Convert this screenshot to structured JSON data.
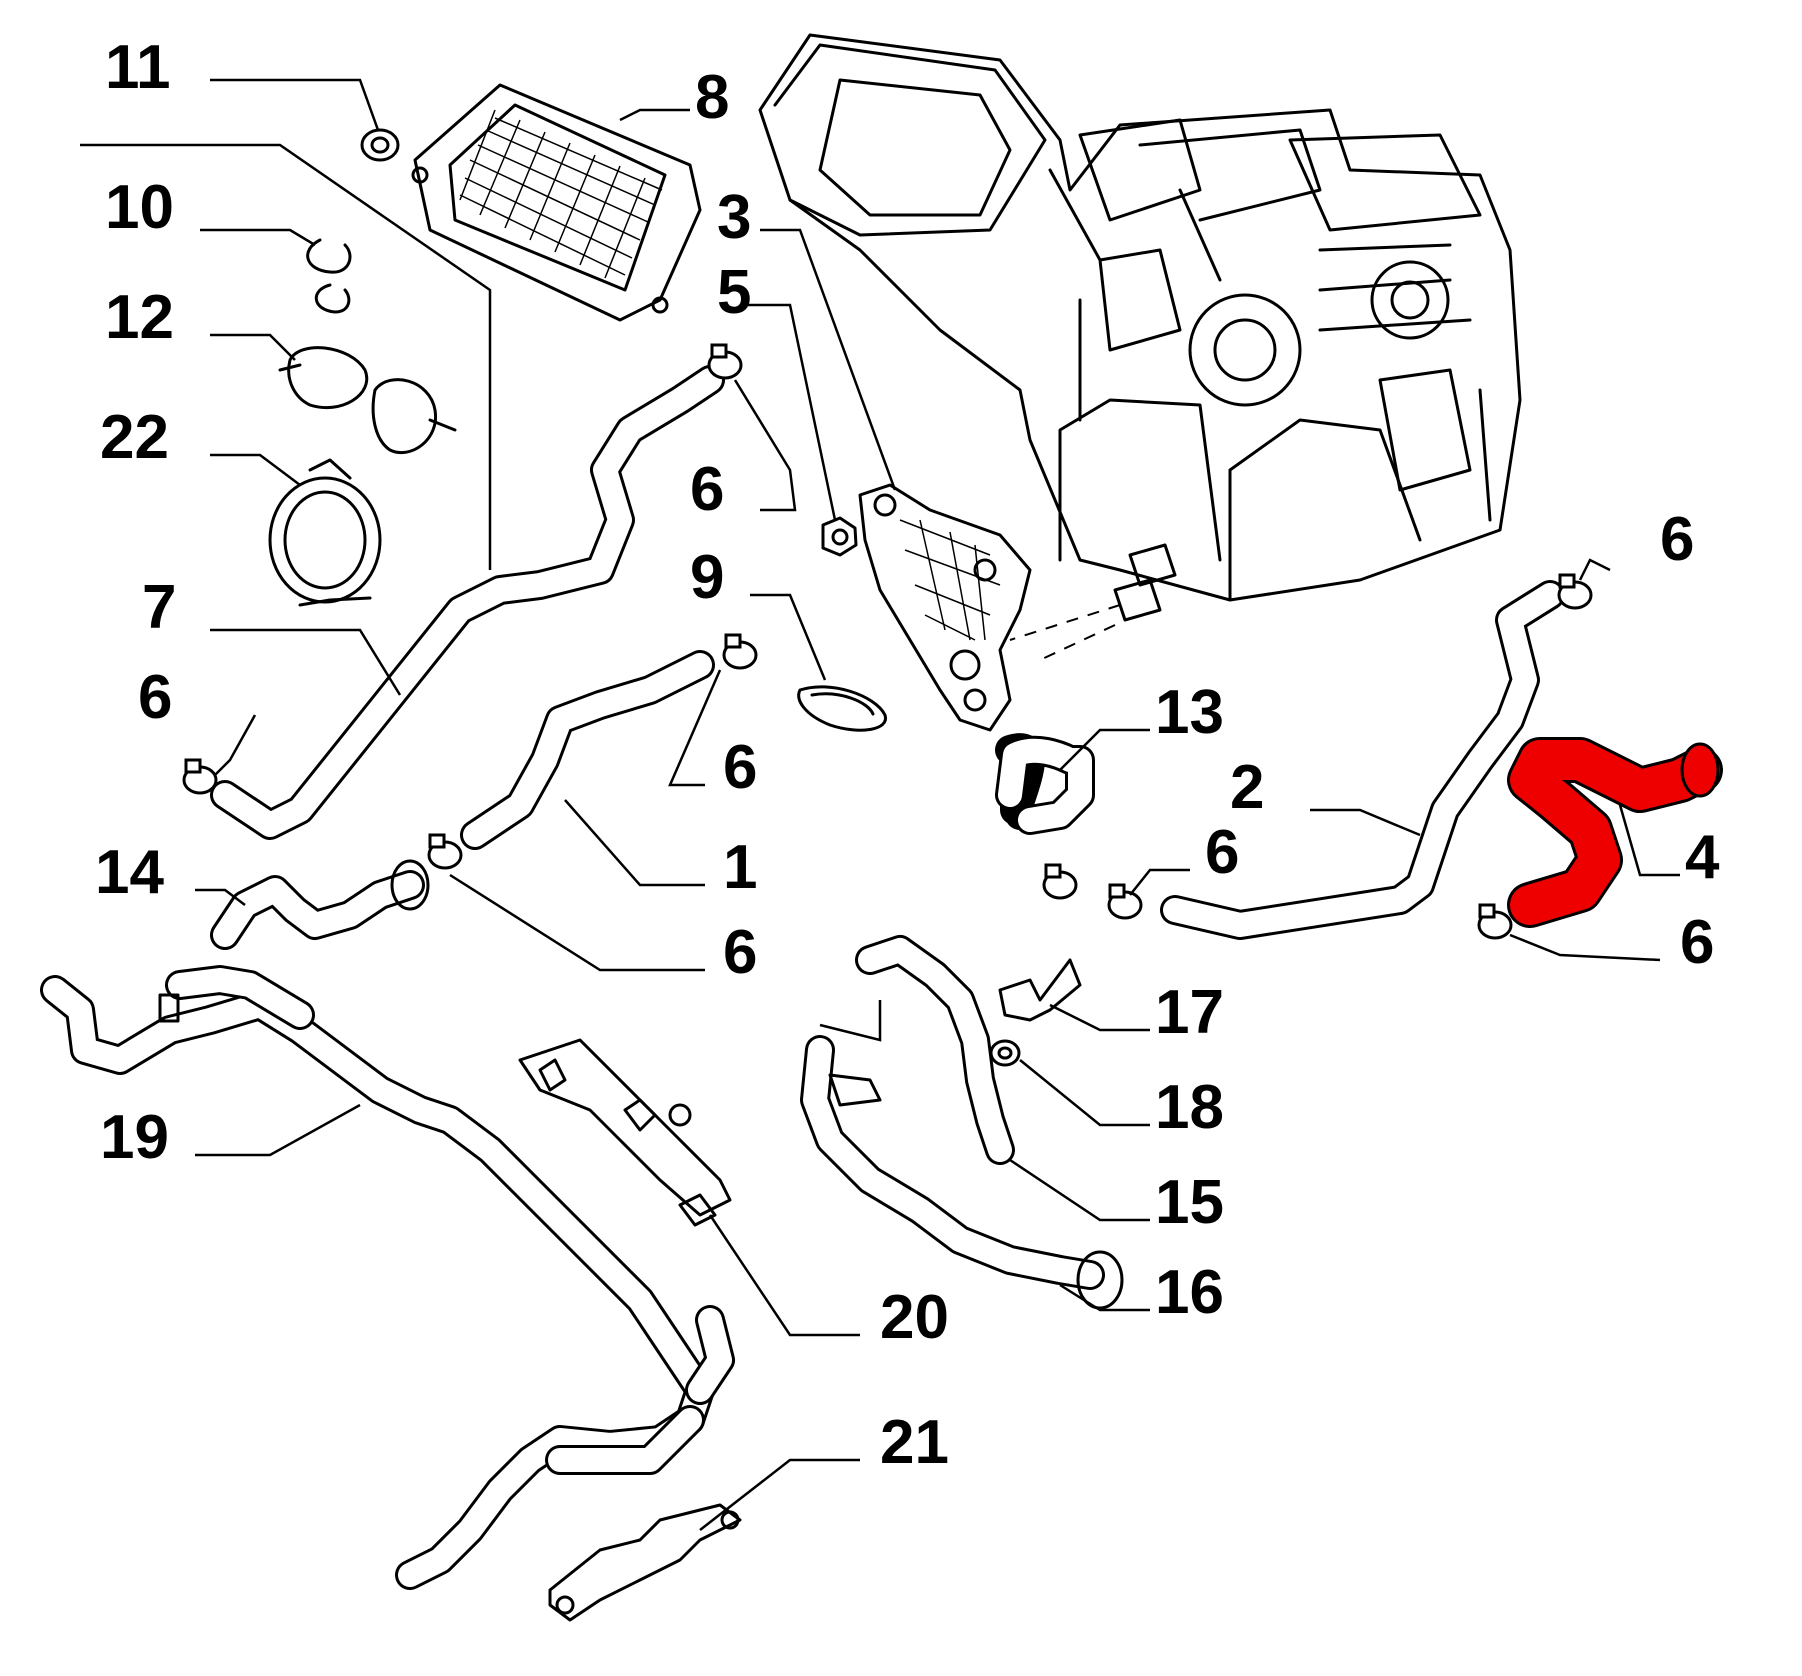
{
  "diagram": {
    "highlight_color": "#ee0000",
    "line_color": "#000000",
    "background": "#ffffff",
    "callouts": [
      {
        "id": "11",
        "text": "11"
      },
      {
        "id": "8",
        "text": "8"
      },
      {
        "id": "10",
        "text": "10"
      },
      {
        "id": "3",
        "text": "3"
      },
      {
        "id": "12",
        "text": "12"
      },
      {
        "id": "5",
        "text": "5"
      },
      {
        "id": "22",
        "text": "22"
      },
      {
        "id": "6a",
        "text": "6"
      },
      {
        "id": "9",
        "text": "9"
      },
      {
        "id": "6b",
        "text": "6"
      },
      {
        "id": "7",
        "text": "7"
      },
      {
        "id": "6c",
        "text": "6"
      },
      {
        "id": "6d",
        "text": "6"
      },
      {
        "id": "13",
        "text": "13"
      },
      {
        "id": "2",
        "text": "2"
      },
      {
        "id": "6e",
        "text": "6"
      },
      {
        "id": "4",
        "text": "4"
      },
      {
        "id": "14",
        "text": "14"
      },
      {
        "id": "1",
        "text": "1"
      },
      {
        "id": "6f",
        "text": "6"
      },
      {
        "id": "6g",
        "text": "6"
      },
      {
        "id": "17",
        "text": "17"
      },
      {
        "id": "18",
        "text": "18"
      },
      {
        "id": "19",
        "text": "19"
      },
      {
        "id": "15",
        "text": "15"
      },
      {
        "id": "20",
        "text": "20"
      },
      {
        "id": "16",
        "text": "16"
      },
      {
        "id": "21",
        "text": "21"
      }
    ]
  }
}
